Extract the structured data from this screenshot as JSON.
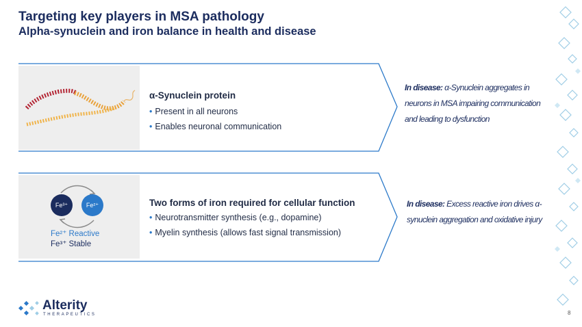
{
  "header": {
    "title": "Targeting key players in MSA pathology",
    "subtitle": "Alpha-synuclein and iron balance in health and disease"
  },
  "panels": [
    {
      "title": "α-Synuclein protein",
      "bullets": [
        "Present in all neurons",
        "Enables neuronal communication"
      ],
      "disease_lead": "In disease:",
      "disease_text": "α-Synuclein aggregates in neurons in MSA impairing communication and leading to dysfunction"
    },
    {
      "title": "Two forms of iron required for cellular function",
      "bullets": [
        "Neurotransmitter synthesis (e.g., dopamine)",
        "Myelin synthesis (allows fast signal transmission)"
      ],
      "disease_lead": "In disease:",
      "disease_text": "Excess reactive iron drives α-synuclein aggregation and oxidative injury"
    }
  ],
  "iron_diagram": {
    "fe3_circle": "Fe³⁺",
    "fe2_circle": "Fe²⁺",
    "fe2_label": "Fe²⁺ Reactive",
    "fe3_label": "Fe³⁺ Stable"
  },
  "logo": {
    "name": "Alterity",
    "tagline": "THERAPEUTICS"
  },
  "page_number": "8",
  "colors": {
    "navy": "#1b2c5e",
    "blue": "#2b79c9",
    "light_blue": "#9fcde6",
    "panel_bg": "#eeeeee"
  }
}
